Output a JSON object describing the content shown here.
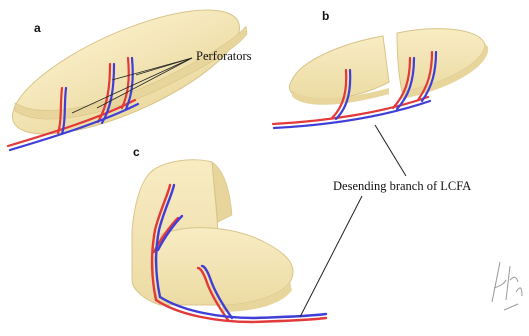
{
  "panels": [
    {
      "letter": "a"
    },
    {
      "letter": "b"
    },
    {
      "letter": "c"
    }
  ],
  "labels": {
    "perforators": "Perforators",
    "descending_branch": "Desending branch of LCFA"
  },
  "colors": {
    "flap_fill": "#f4e6b5",
    "flap_edge": "#d8c58a",
    "flap_shadow": "#e7d59c",
    "vessel_red": "#e23a3a",
    "vessel_blue": "#3f3fd8",
    "leader_line": "#222222"
  }
}
